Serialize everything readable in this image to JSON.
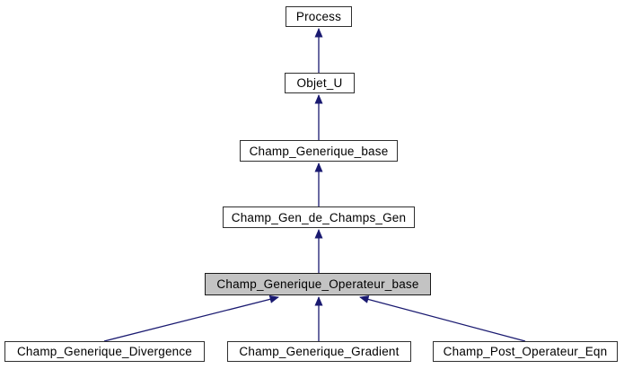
{
  "diagram": {
    "type": "class-inheritance-graph",
    "background_color": "#ffffff",
    "colors": {
      "arrow": "#191970",
      "node_border": "#2f2f2f",
      "node_fill": "#ffffff",
      "highlighted_node_fill": "#c3c3c3",
      "text": "#000000"
    },
    "nodes": [
      {
        "id": "process",
        "label": "Process",
        "highlighted": false
      },
      {
        "id": "objet_u",
        "label": "Objet_U",
        "highlighted": false
      },
      {
        "id": "champ_generique_base",
        "label": "Champ_Generique_base",
        "highlighted": false
      },
      {
        "id": "champ_gen_de_champs_gen",
        "label": "Champ_Gen_de_Champs_Gen",
        "highlighted": false
      },
      {
        "id": "champ_generique_operateur_base",
        "label": "Champ_Generique_Operateur_base",
        "highlighted": true
      },
      {
        "id": "champ_generique_divergence",
        "label": "Champ_Generique_Divergence",
        "highlighted": false
      },
      {
        "id": "champ_generique_gradient",
        "label": "Champ_Generique_Gradient",
        "highlighted": false
      },
      {
        "id": "champ_post_operateur_eqn",
        "label": "Champ_Post_Operateur_Eqn",
        "highlighted": false
      }
    ],
    "edges": [
      {
        "from": "Objet_U",
        "to": "Process"
      },
      {
        "from": "Champ_Generique_base",
        "to": "Objet_U"
      },
      {
        "from": "Champ_Gen_de_Champs_Gen",
        "to": "Champ_Generique_base"
      },
      {
        "from": "Champ_Generique_Operateur_base",
        "to": "Champ_Gen_de_Champs_Gen"
      },
      {
        "from": "Champ_Generique_Divergence",
        "to": "Champ_Generique_Operateur_base"
      },
      {
        "from": "Champ_Generique_Gradient",
        "to": "Champ_Generique_Operateur_base"
      },
      {
        "from": "Champ_Post_Operateur_Eqn",
        "to": "Champ_Generique_Operateur_base"
      }
    ]
  }
}
